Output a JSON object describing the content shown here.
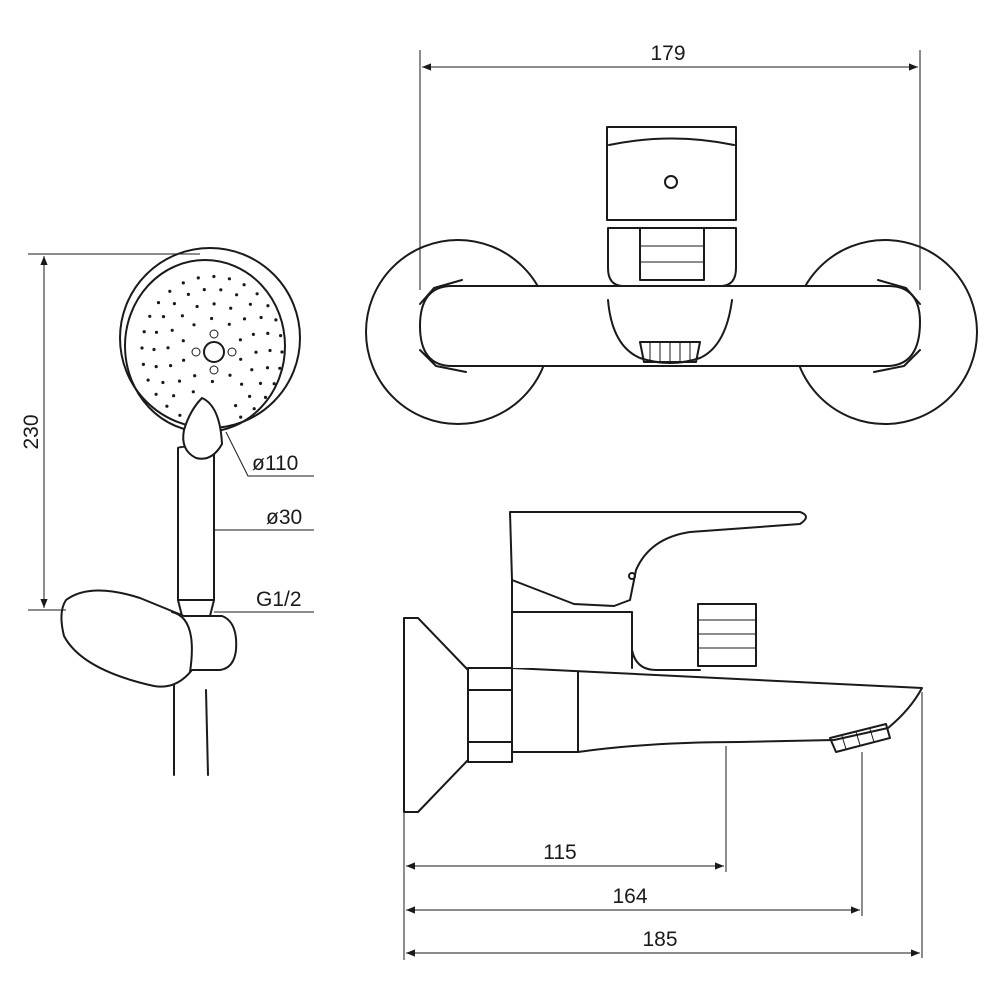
{
  "dimensions": {
    "top_width": "179",
    "shower_height": "230",
    "head_diameter": "ø110",
    "handle_diameter": "ø30",
    "thread": "G1/2",
    "spout_115": "115",
    "spout_164": "164",
    "spout_185": "185"
  }
}
